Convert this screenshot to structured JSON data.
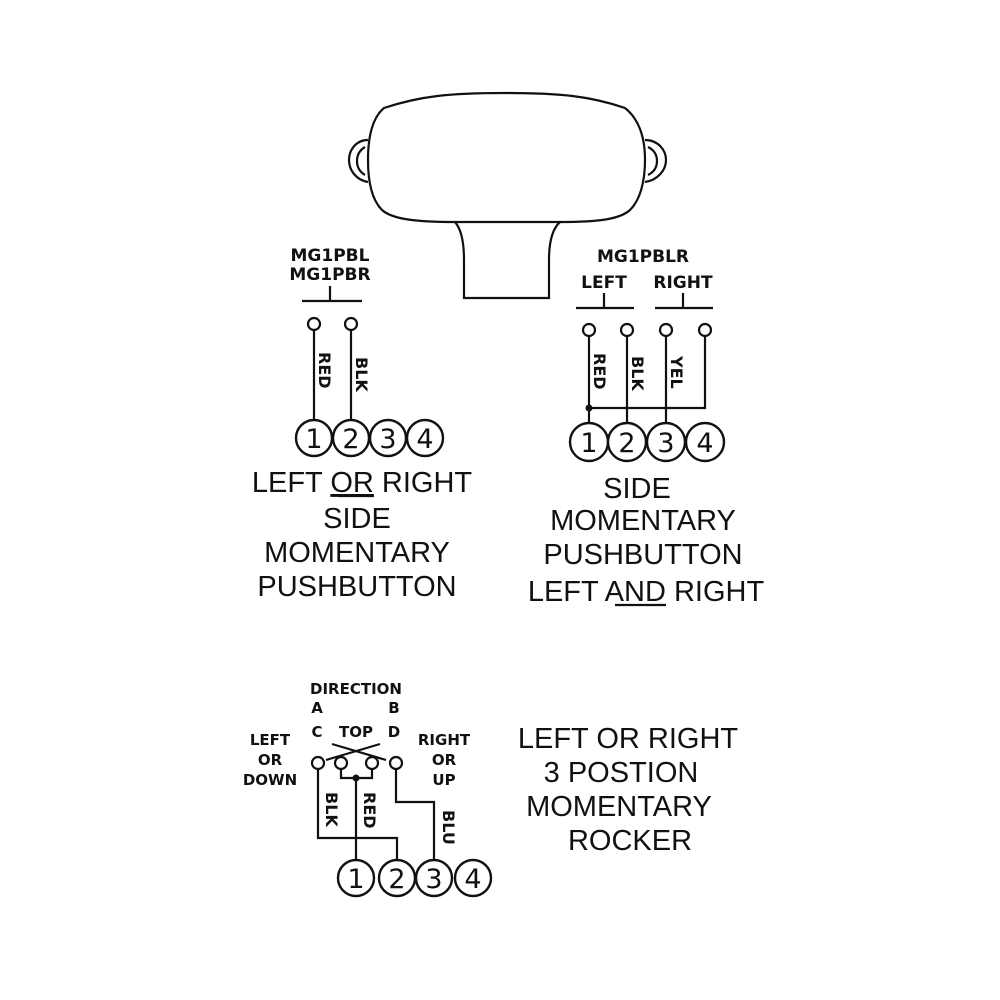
{
  "handle": {
    "name": "joystick-handle"
  },
  "single_side": {
    "models": [
      "MG1PBL",
      "MG1PBR"
    ],
    "wires": [
      "RED",
      "BLK"
    ],
    "pins": [
      "1",
      "2",
      "3",
      "4"
    ],
    "caption": {
      "line1_a": "LEFT",
      "line1_b": "OR",
      "line1_c": "RIGHT",
      "line2": "SIDE",
      "line3": "MOMENTARY",
      "line4": "PUSHBUTTON"
    }
  },
  "dual_side": {
    "model": "MG1PBLR",
    "left_label": "LEFT",
    "right_label": "RIGHT",
    "wires": [
      "RED",
      "BLK",
      "YEL"
    ],
    "pins": [
      "1",
      "2",
      "3",
      "4"
    ],
    "caption": {
      "line1": "SIDE",
      "line2": "MOMENTARY",
      "line3": "PUSHBUTTON",
      "line4_a": "LEFT",
      "line4_b": "AND",
      "line4_c": "RIGHT"
    }
  },
  "rocker": {
    "direction": "DIRECTION",
    "a": "A",
    "b": "B",
    "c": "C",
    "d": "D",
    "top": "TOP",
    "left_or_down": [
      "LEFT",
      "OR",
      "DOWN"
    ],
    "right_or_up": [
      "RIGHT",
      "OR",
      "UP"
    ],
    "wires": [
      "BLK",
      "RED",
      "BLU"
    ],
    "pins": [
      "1",
      "2",
      "3",
      "4"
    ],
    "caption": {
      "line1_a": "LEFT",
      "line1_b": "OR",
      "line1_c": "RIGHT",
      "line2": "3 POSTION",
      "line3": "MOMENTARY",
      "line4": "ROCKER"
    }
  }
}
